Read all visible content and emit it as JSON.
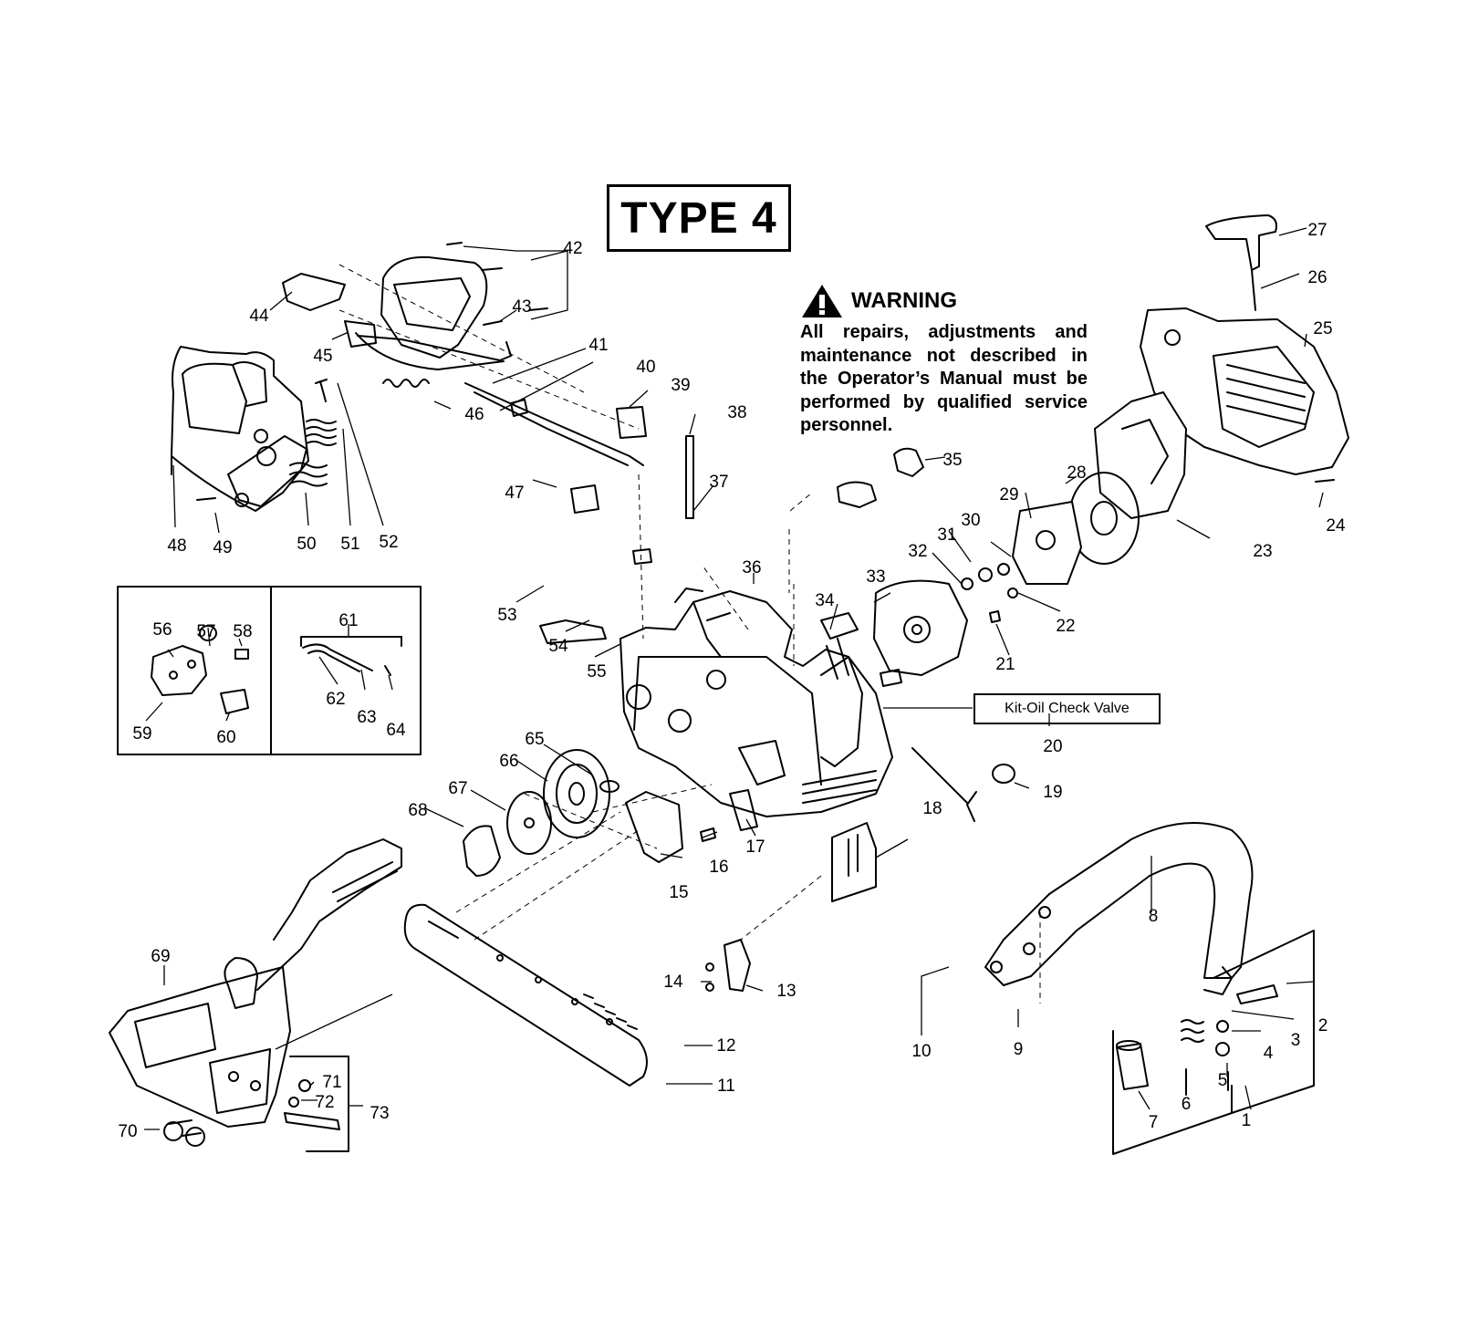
{
  "title": "TYPE 4",
  "warning": {
    "heading": "WARNING",
    "body": "All repairs, adjustments and maintenance not described in the Operator’s Manual must be performed by qualified service personnel."
  },
  "kit_label": "Kit-Oil Check Valve",
  "callouts": [
    "1",
    "2",
    "3",
    "4",
    "5",
    "6",
    "7",
    "8",
    "9",
    "10",
    "11",
    "12",
    "13",
    "14",
    "15",
    "16",
    "17",
    "18",
    "19",
    "20",
    "21",
    "22",
    "23",
    "24",
    "25",
    "26",
    "27",
    "28",
    "29",
    "30",
    "31",
    "32",
    "33",
    "34",
    "35",
    "36",
    "37",
    "38",
    "39",
    "40",
    "41",
    "42",
    "43",
    "44",
    "45",
    "46",
    "47",
    "48",
    "49",
    "50",
    "51",
    "52",
    "53",
    "54",
    "55",
    "56",
    "57",
    "58",
    "59",
    "60",
    "61",
    "62",
    "63",
    "64",
    "65",
    "66",
    "67",
    "68",
    "69",
    "70",
    "71",
    "72",
    "73"
  ]
}
